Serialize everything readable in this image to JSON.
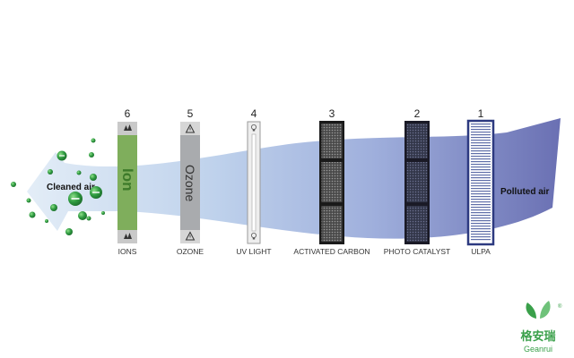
{
  "air": {
    "cleaned_label": "Cleaned air",
    "polluted_label": "Polluted air",
    "colors": {
      "polluted": "#6a70b3",
      "clean": "#d8e6f4",
      "ion_green": "#2e9a40"
    }
  },
  "filters": [
    {
      "number": "6",
      "label": "IONS",
      "vertical_text": "Ion",
      "top_icon": "tree-icon",
      "bottom_icon": "tree-icon"
    },
    {
      "number": "5",
      "label": "OZONE",
      "vertical_text": "Ozone",
      "top_icon": "warning-triangle-icon",
      "bottom_icon": "warning-triangle-icon"
    },
    {
      "number": "4",
      "label": "UV LIGHT",
      "top_icon": "bulb-icon",
      "bottom_icon": "bulb-icon"
    },
    {
      "number": "3",
      "label": "ACTIVATED CARBON"
    },
    {
      "number": "2",
      "label": "PHOTO CATALYST"
    },
    {
      "number": "1",
      "label": "ULPA"
    }
  ],
  "brand": {
    "name_cn": "格安瑞",
    "name_en": "Geanrui",
    "registered": "®",
    "color": "#3aa04a"
  }
}
